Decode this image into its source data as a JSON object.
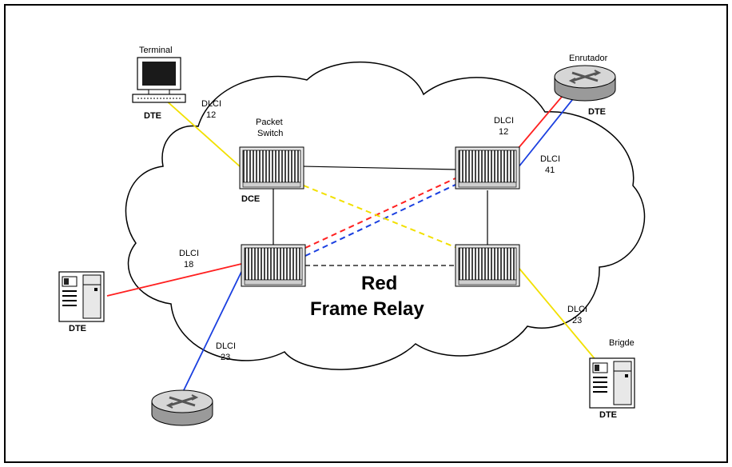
{
  "cloud": {
    "title_line1": "Red",
    "title_line2": "Frame Relay"
  },
  "devices": {
    "terminal": {
      "name": "Terminal",
      "role": "DTE"
    },
    "router_top": {
      "name": "Enrutador",
      "role": "DTE"
    },
    "server_left": {
      "role": "DTE"
    },
    "bridge": {
      "name": "Brigde",
      "role": "DTE"
    },
    "switch_tl": {
      "name_line1": "Packet",
      "name_line2": "Switch",
      "role": "DCE"
    }
  },
  "links": {
    "terminal_dlci": {
      "line1": "DLCI",
      "line2": "12"
    },
    "router_red_dlci": {
      "line1": "DLCI",
      "line2": "12"
    },
    "router_blue_dlci": {
      "line1": "DLCI",
      "line2": "41"
    },
    "server_left_dlci": {
      "line1": "DLCI",
      "line2": "18"
    },
    "router_bottom_dlci": {
      "line1": "DLCI",
      "line2": "23"
    },
    "bridge_dlci": {
      "line1": "DLCI",
      "line2": "23"
    }
  },
  "colors": {
    "red_pvc": "#ff2020",
    "blue_pvc": "#1a3fe0",
    "yellow_pvc": "#f2e000",
    "trunk": "#000000"
  },
  "icons": {
    "packet_switch": "packet-switch-icon",
    "router": "router-icon",
    "terminal": "terminal-icon",
    "server": "server-icon"
  }
}
